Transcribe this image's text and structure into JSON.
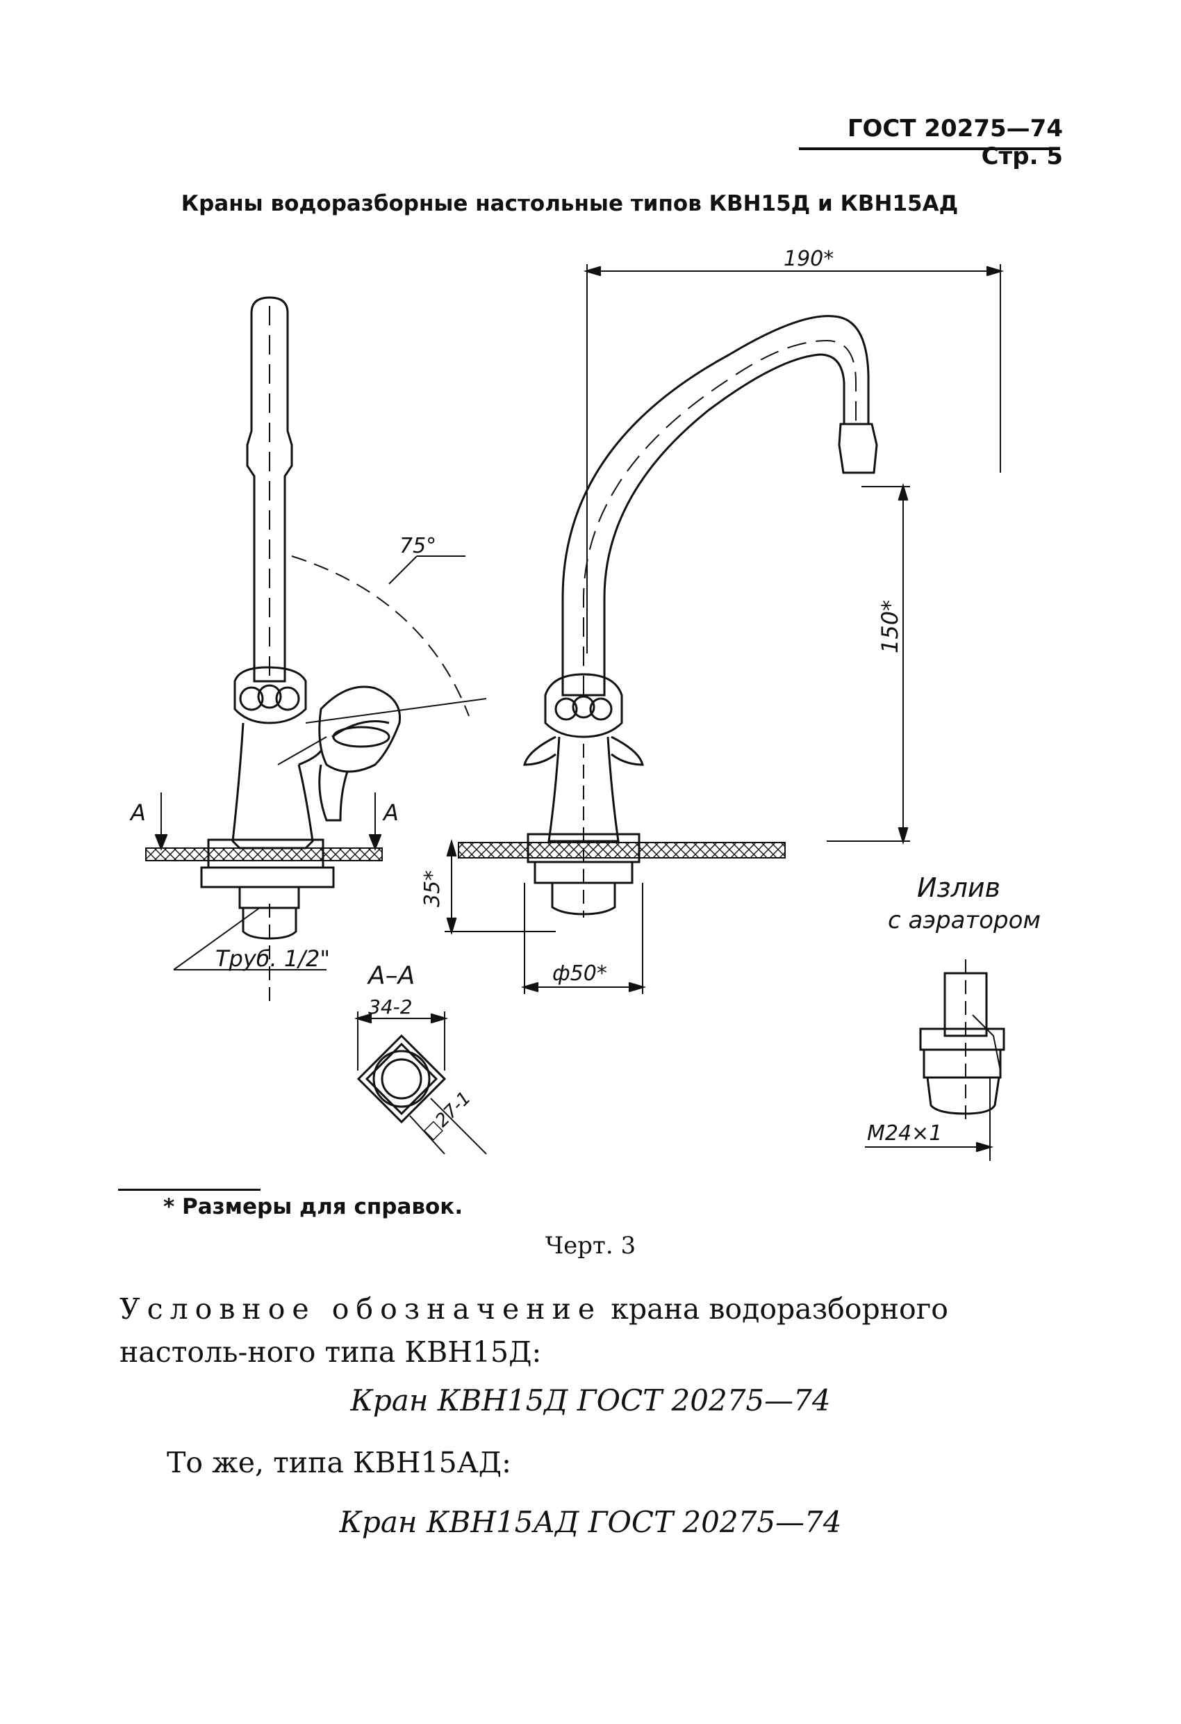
{
  "header": {
    "text": "ГОСТ 20275—74 Стр. 5"
  },
  "title": "Краны водоразборные настольные типов КВН15Д и КВН15АД",
  "drawing": {
    "angle_label": "75°",
    "section_mark": "A",
    "dim_height": "35*",
    "pipe_label": "Труб. 1/2\"",
    "section_title": "А–А",
    "section_width": "34-2",
    "section_square": "□27-1",
    "dim_reach": "190*",
    "dim_spout_height": "150*",
    "dim_base": "ф50*",
    "aerator_title_1": "Излив",
    "aerator_title_2": "с аэратором",
    "aerator_thread": "M24×1"
  },
  "footnote": "* Размеры для справок.",
  "caption": "Черт. 3",
  "paragraph1": {
    "spaced": "Условное обозначение",
    "rest": " крана водоразборного настоль-ного типа КВН15Д:"
  },
  "designation1": "Кран КВН15Д ГОСТ 20275—74",
  "paragraph2": "То же, типа КВН15АД:",
  "designation2": "Кран КВН15АД ГОСТ 20275—74"
}
